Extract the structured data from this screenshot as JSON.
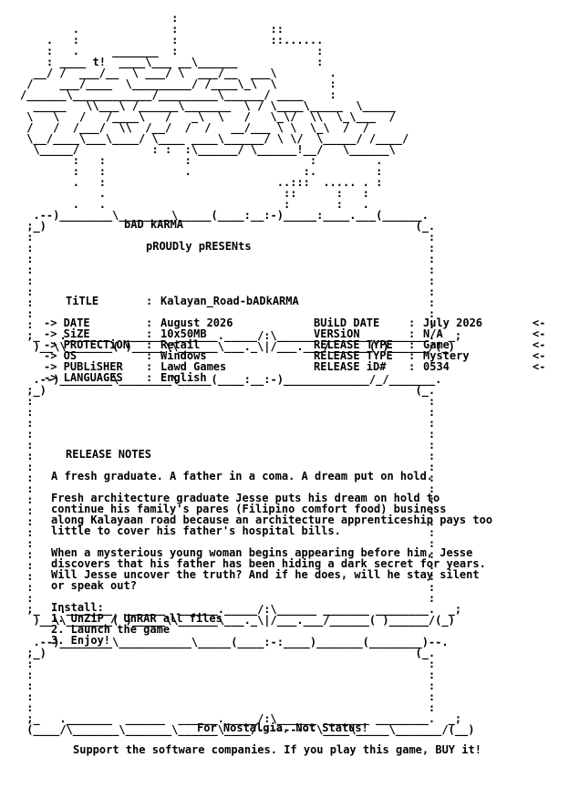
{
  "group": {
    "tagline": "bAD kARMA",
    "presents": "pROUDly pRESENts"
  },
  "info": {
    "title_label": "TiTLE",
    "title_value": "Kalayan_Road-bADkARMA",
    "rows_left": [
      {
        "label": "-> DATE",
        "value": "August 2026"
      },
      {
        "label": "-> SiZE",
        "value": "10x50MB"
      },
      {
        "label": "-> PROTECTiON",
        "value": "Retail"
      },
      {
        "label": "-> OS",
        "value": "Windows"
      },
      {
        "label": "-> PUBLiSHER",
        "value": "Lawd Games"
      },
      {
        "label": "-> LANGUAGES",
        "value": "English"
      }
    ],
    "rows_right": [
      {
        "label": "BUiLD DATE",
        "value": "July 2026"
      },
      {
        "label": "VERSiON",
        "value": "N/A"
      },
      {
        "label": "RELEASE TYPE",
        "value": "Game"
      },
      {
        "label": "RELEASE TYPE",
        "value": "Mystery"
      },
      {
        "label": "RELEASE iD#",
        "value": "0534"
      }
    ]
  },
  "notes": {
    "heading": "RELEASE NOTES",
    "tagline": "A fresh graduate. A father in a coma. A dream put on hold.",
    "para1": [
      "Fresh architecture graduate Jesse puts his dream on hold to",
      "continue his family's pares (Filipino comfort food) business",
      "along Kalayaan road because an architecture apprenticeship pays too",
      "little to cover his father's hospital bills."
    ],
    "para2": [
      "When a mysterious young woman begins appearing before him, Jesse",
      "discovers that his father has been hiding a dark secret for years.",
      "Will Jesse uncover the truth? And if he does, will he stay silent",
      "or speak out?"
    ],
    "install_title": "Install:",
    "install_steps": [
      "1. UnZiP / UnRAR all files",
      "2. Launch the game",
      "3. Enjoy!"
    ]
  },
  "footer": {
    "motto": "For Nostalgia, Not Status!",
    "support": "Support the software companies. If you play this game, BUY it!"
  }
}
